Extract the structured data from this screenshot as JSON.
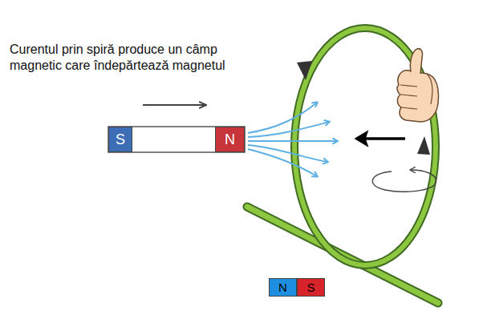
{
  "diagram": {
    "nodes": [
      {
        "text": [
          "S"
        ]
      },
      {
        "text": [
          "N"
        ]
      },
      {
        "text": [
          "N"
        ]
      },
      {
        "text": [
          "S"
        ]
      }
    ],
    "labels": [
      "Curentul prin spiră produce un câmp magnetic care îndepărtează magnetul"
    ]
  }
}
